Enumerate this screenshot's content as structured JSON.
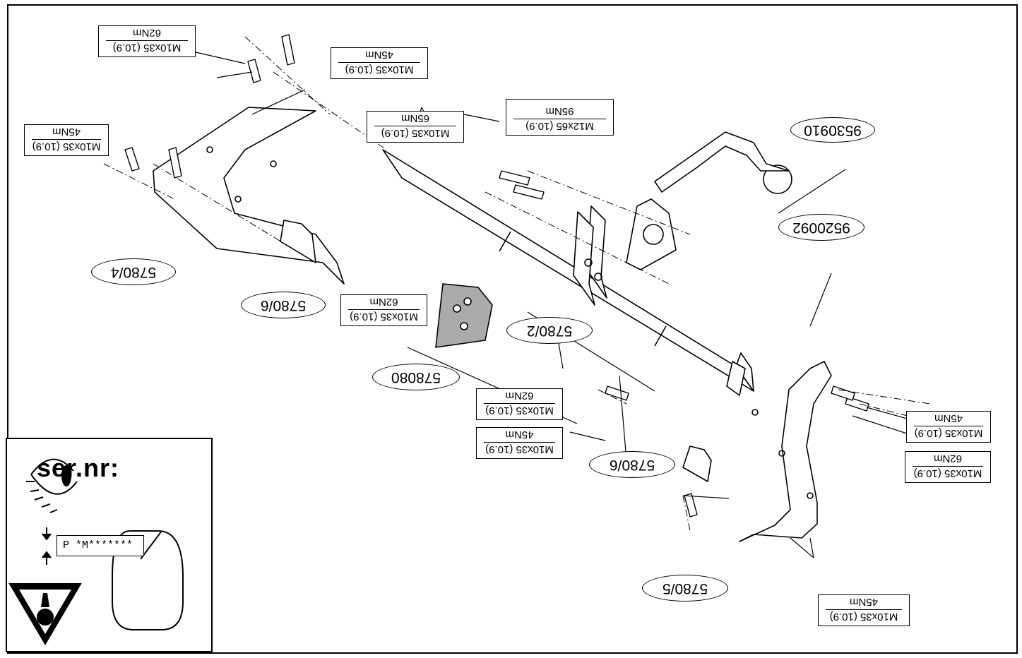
{
  "labels": {
    "l1": {
      "top": "M10x35 (10.9)",
      "bottom": "62Nm"
    },
    "l2": {
      "top": "M10x35 (10.9)",
      "bottom": "45Nm"
    },
    "l3": {
      "top": "M10x35 (10.9)",
      "bottom": "65Nm"
    },
    "l4": {
      "top": "M12x65 (10.9)",
      "bottom": "95Nm"
    },
    "l5": {
      "top": "M10x35 (10.9)",
      "bottom": "45Nm"
    },
    "l6": {
      "top": "M10x35 (10.9)",
      "bottom": "62Nm"
    },
    "l7": {
      "top": "M10x35 (10.9)",
      "bottom": "62Nm"
    },
    "l8": {
      "top": "M10x35 (10.9)",
      "bottom": "45Nm"
    },
    "l9": {
      "top": "M10x35 (10.9)",
      "bottom": "45Nm"
    },
    "l10": {
      "top": "M10x35 (10.9)",
      "bottom": "62Nm"
    },
    "l11": {
      "top": "M10x35 (10.9)",
      "bottom": "45Nm"
    }
  },
  "parts": {
    "p1": "9530910",
    "p2": "9520092",
    "p3": "5780/4",
    "p4": "5780/6",
    "p5": "578080",
    "p6": "5780/2",
    "p7": "5780/6",
    "p8": "5780/5"
  },
  "legend": {
    "ser_label": "ser.nr:",
    "plate_text": "P *M*******"
  }
}
